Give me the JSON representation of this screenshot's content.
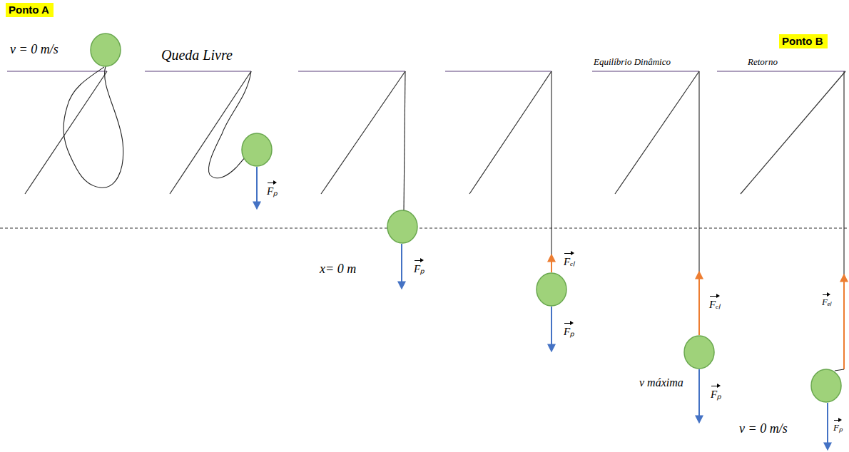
{
  "diagram": {
    "nodes": [
      {
        "text": [
          "Ponto A"
        ]
      },
      {
        "text": [
          "Ponto B"
        ]
      }
    ],
    "labels": [
      "v = 0 m/s",
      "Queda Livre",
      "Fₚ",
      "x= 0 m",
      "Fₚ",
      "Fₑₗ",
      "Fₚ",
      "Equilíbrio Dinâmico",
      "Retorno",
      "Fₑₗ",
      "v máxima",
      "Fₚ",
      "Fₑₗ",
      "v = 0 m/s",
      "Fₚ"
    ]
  }
}
